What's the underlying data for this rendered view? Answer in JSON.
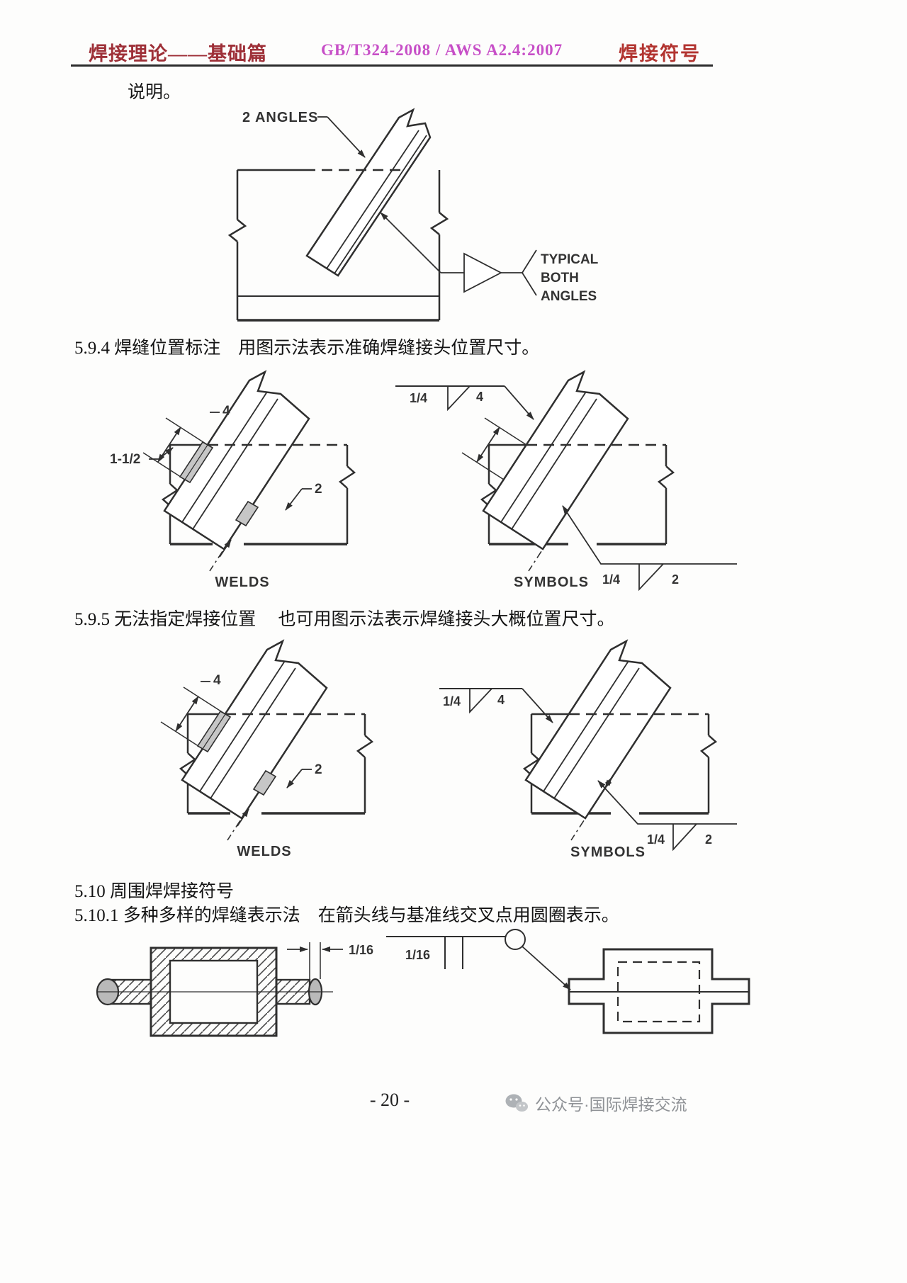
{
  "header": {
    "left_title": "焊接理论——基础篇",
    "standard": "GB/T324-2008 / AWS A2.4:2007",
    "right_title": "焊接符号"
  },
  "body": {
    "intro": "说明。",
    "s594": "5.9.4 焊缝位置标注　用图示法表示准确焊缝接头位置尺寸。",
    "s595": "5.9.5 无法指定焊接位置　 也可用图示法表示焊缝接头大概位置尺寸。",
    "s510": "5.10 周围焊焊接符号",
    "s5101": "5.10.1 多种多样的焊缝表示法　在箭头线与基准线交叉点用圆圈表示。"
  },
  "fig_overview": {
    "callout": "2 ANGLES",
    "fillet_note": [
      "TYPICAL",
      "BOTH",
      "ANGLES"
    ]
  },
  "fig_594": {
    "welds_label": "WELDS",
    "symbols_label": "SYMBOLS",
    "weld_length": "4",
    "weld_offset": "1-1/2",
    "weld_length_lower": "2",
    "symbol_top_size": "1/4",
    "symbol_top_length": "4",
    "symbol_bottom_size": "1/4",
    "symbol_bottom_length": "2"
  },
  "fig_595": {
    "welds_label": "WELDS",
    "symbols_label": "SYMBOLS",
    "weld_length": "4",
    "weld_length_lower": "2",
    "symbol_top_size": "1/4",
    "symbol_top_length": "4",
    "symbol_bottom_size": "1/4",
    "symbol_bottom_length": "2"
  },
  "fig_5101": {
    "gap_dim": "1/16",
    "symbol_size": "1/16"
  },
  "footer": {
    "page_number": "- 20 -",
    "watermark": "公众号·国际焊接交流"
  }
}
